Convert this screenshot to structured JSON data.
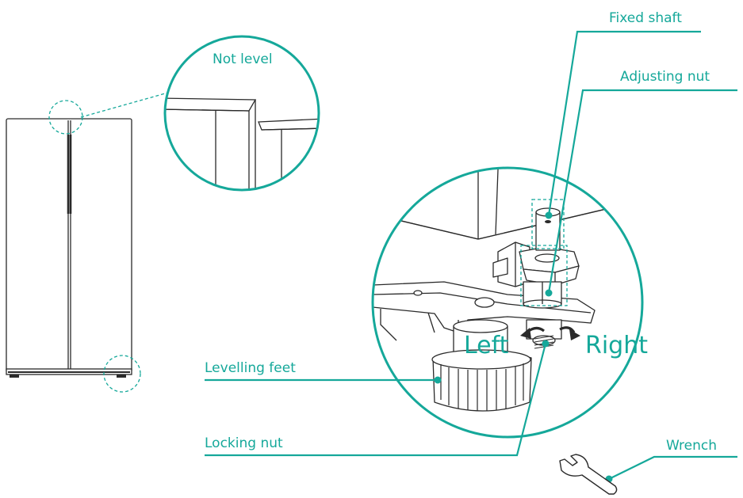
{
  "colors": {
    "accent": "#15a89a",
    "line": "#2a2a2a",
    "light_line": "#888888",
    "background": "#ffffff"
  },
  "labels": {
    "not_level": "Not level",
    "fixed_shaft": "Fixed shaft",
    "adjusting_nut": "Adjusting nut",
    "levelling_feet": "Levelling feet",
    "locking_nut": "Locking nut",
    "wrench": "Wrench",
    "left": "Left",
    "right": "Right"
  },
  "icons": [
    "fridge-icon",
    "wrench-icon",
    "rotate-left-arrow-icon",
    "rotate-right-arrow-icon"
  ]
}
